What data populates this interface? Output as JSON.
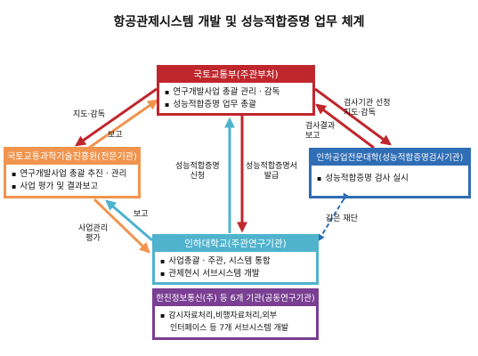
{
  "title": "항공관제시스템 개발 및 성능적합증명 업무 체계",
  "boxes": {
    "molit": {
      "header": "국토교통부(주관부처)",
      "items": [
        "연구개발사업 총괄 관리 · 감독",
        "성능적합증명 업무 총괄"
      ]
    },
    "kaist": {
      "header": "국토교통과학기술진흥원(전문기관)",
      "items": [
        "연구개발사업 총괄 추진 · 관리",
        "사업 평가 및 결과보고"
      ]
    },
    "inhatc": {
      "header": "인하공업전문대학(성능적합증명검사기관)",
      "items": [
        "성능적합증명 검사 실시"
      ]
    },
    "inha": {
      "header": "인하대학교(주관연구기관)",
      "items": [
        "사업총괄 · 주관, 시스템 통합",
        "관제현시 서브시스템 개발"
      ]
    },
    "hanjin": {
      "header": "한진정보통신(주) 등 6개 기관(공동연구기관)",
      "items": [
        "감시자료처리,비행자료처리,외부",
        "인터페이스 등 7개 서브시스템 개발"
      ]
    }
  },
  "labels": {
    "guidance_left": "지도·감독",
    "report_top": "보고",
    "inspect_select_1": "검사기관 선정",
    "inspect_select_2": "지도·감독",
    "inspect_result_1": "검사결과",
    "inspect_result_2": "보고",
    "cert_apply_1": "성능적합증명",
    "cert_apply_2": "신청",
    "cert_issue_1": "성능적합증명서",
    "cert_issue_2": "발급",
    "mgmt_eval_1": "사업관리",
    "mgmt_eval_2": "평가",
    "report_bottom": "보고",
    "same_foundation": "같은 재단"
  },
  "colors": {
    "red": "#c0272d",
    "orange": "#f0944e",
    "blue": "#2f6db5",
    "lightblue": "#4fb3ce",
    "purple": "#7a3e92"
  }
}
